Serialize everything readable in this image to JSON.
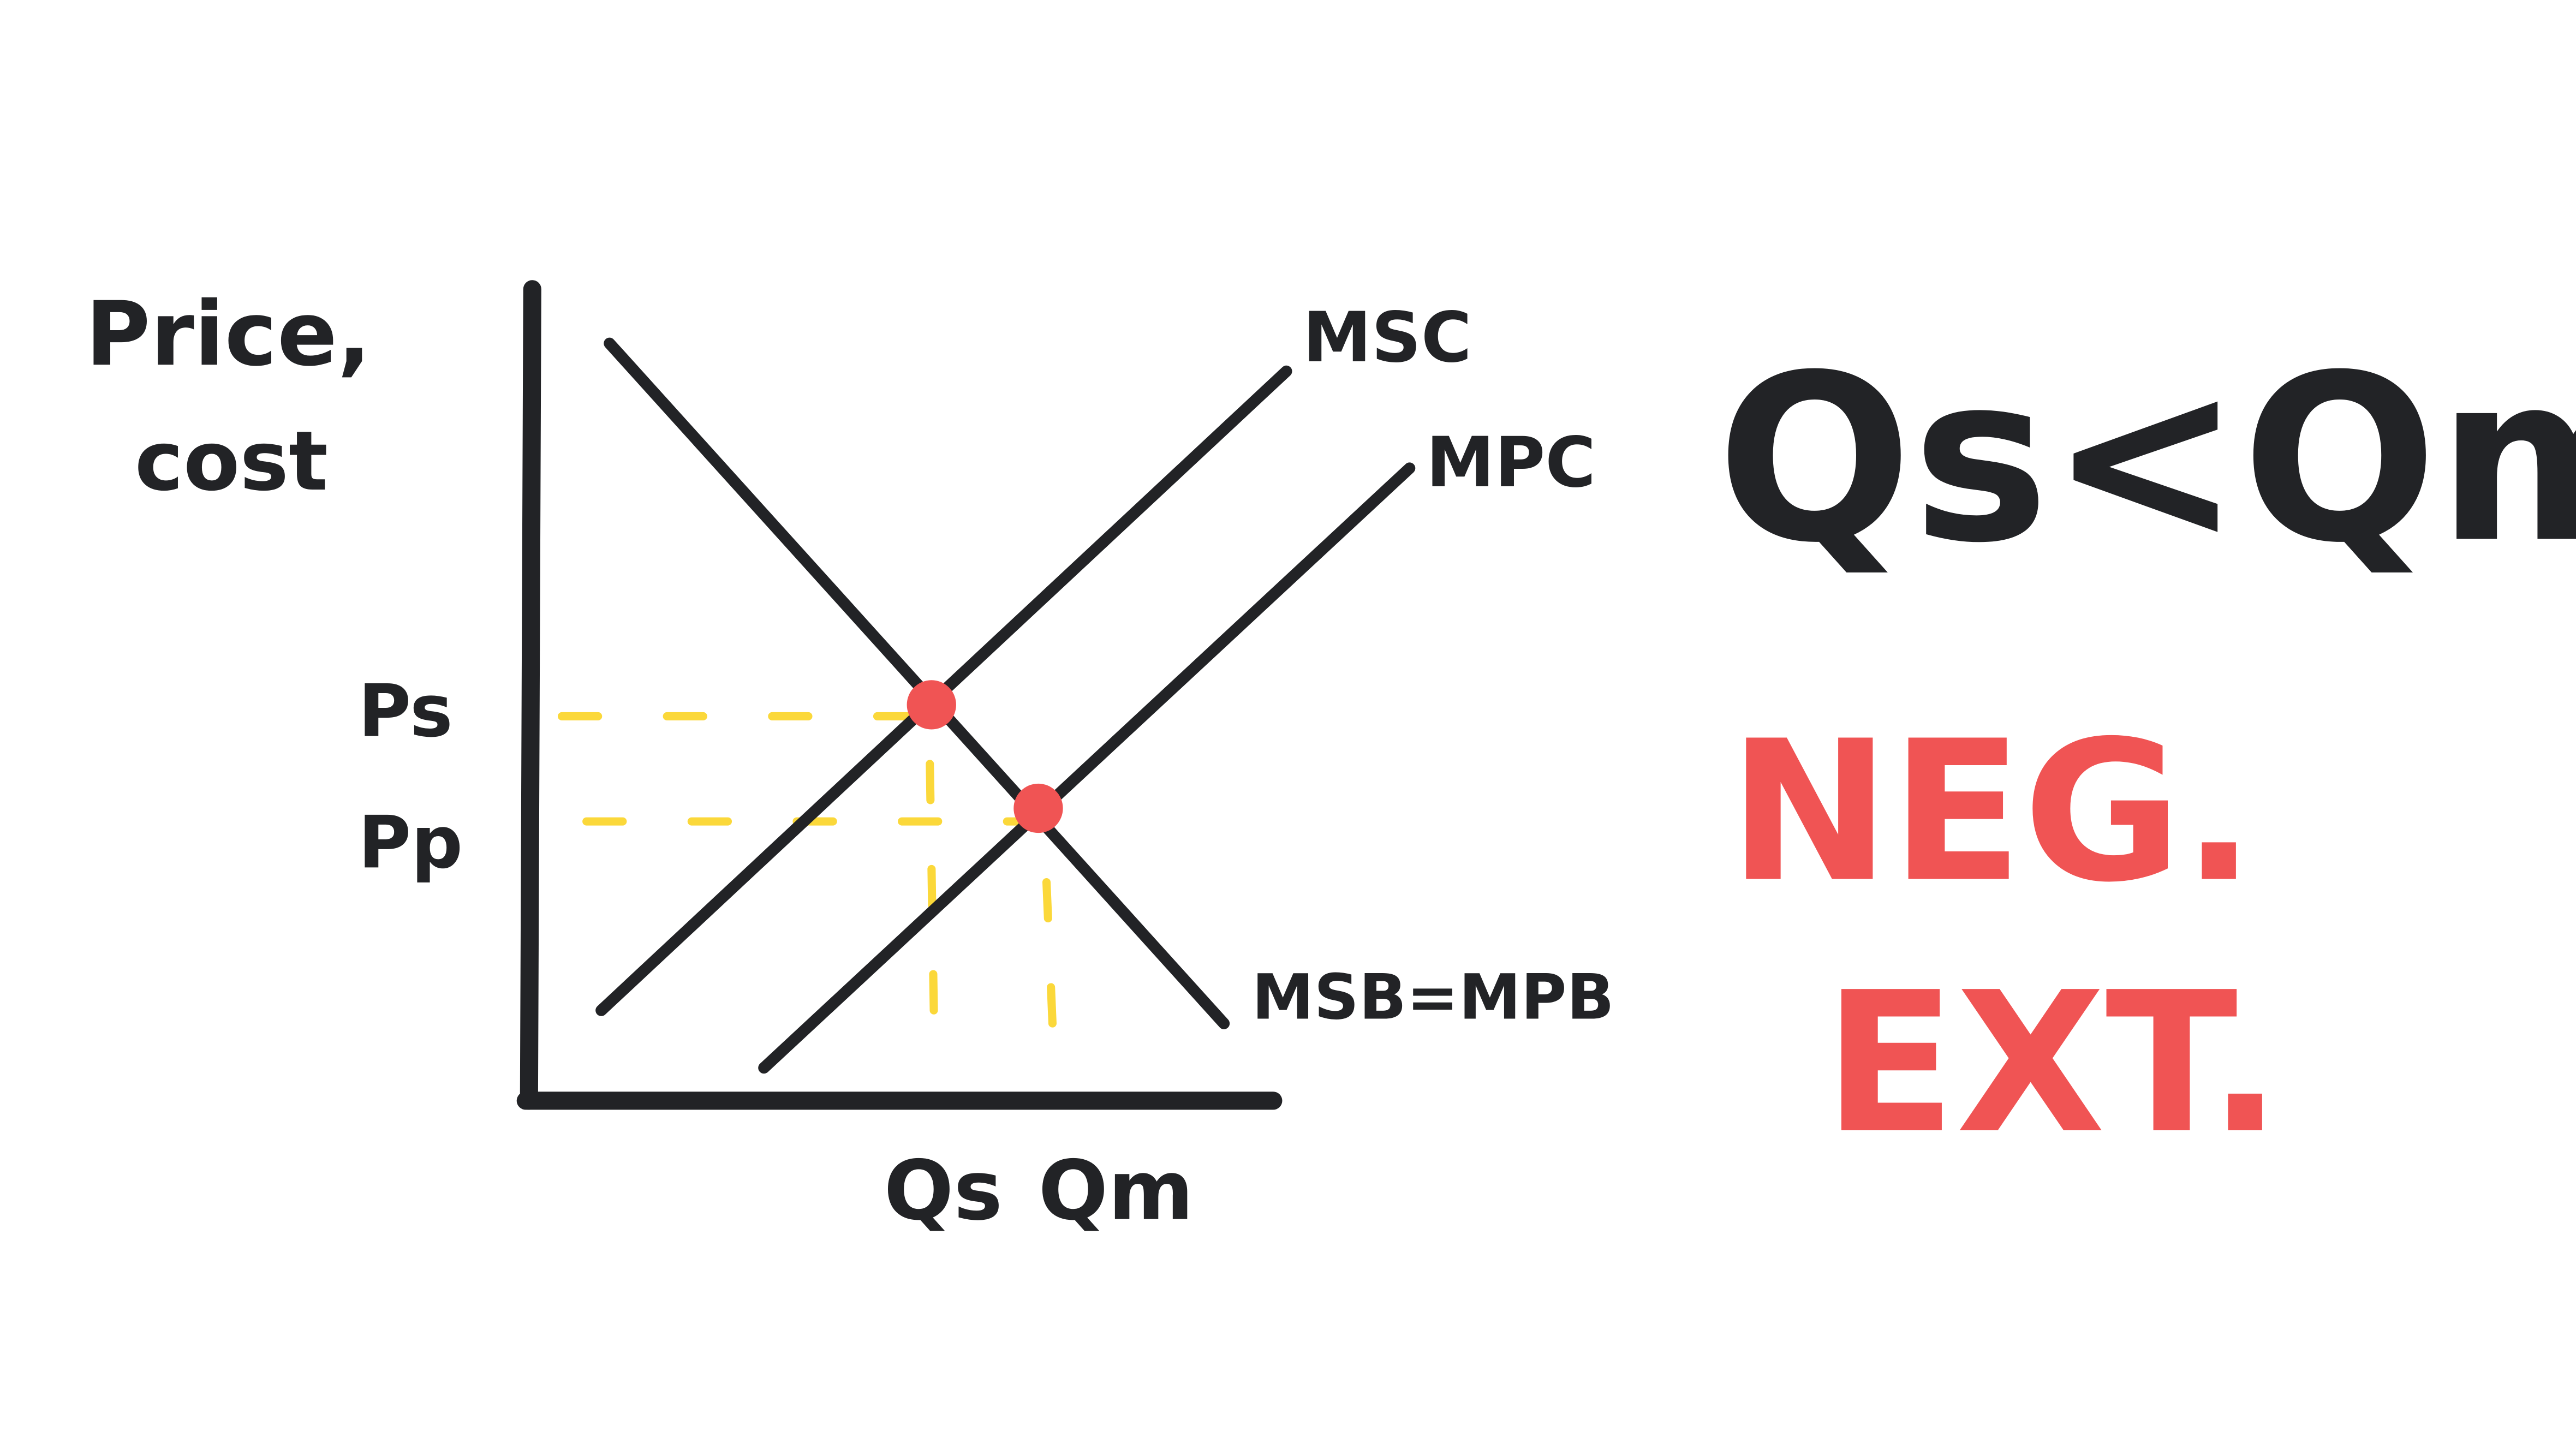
{
  "colors": {
    "ink": "#222326",
    "equilibrium_dot": "#f05454",
    "guide_lines": "#fbd83a",
    "annotation": "#f05454"
  },
  "axes": {
    "y_label_line1": "Price,",
    "y_label_line2": "cost",
    "price_ticks": [
      "Ps",
      "Pp"
    ],
    "quantity_ticks": [
      "Qs",
      "Qm"
    ]
  },
  "curves": {
    "msc": "MSC",
    "mpc": "MPC",
    "demand": "MSB=MPB"
  },
  "annotations": {
    "comparison": "Qs<Qm",
    "line1": "NEG.",
    "line2": "EXT."
  }
}
